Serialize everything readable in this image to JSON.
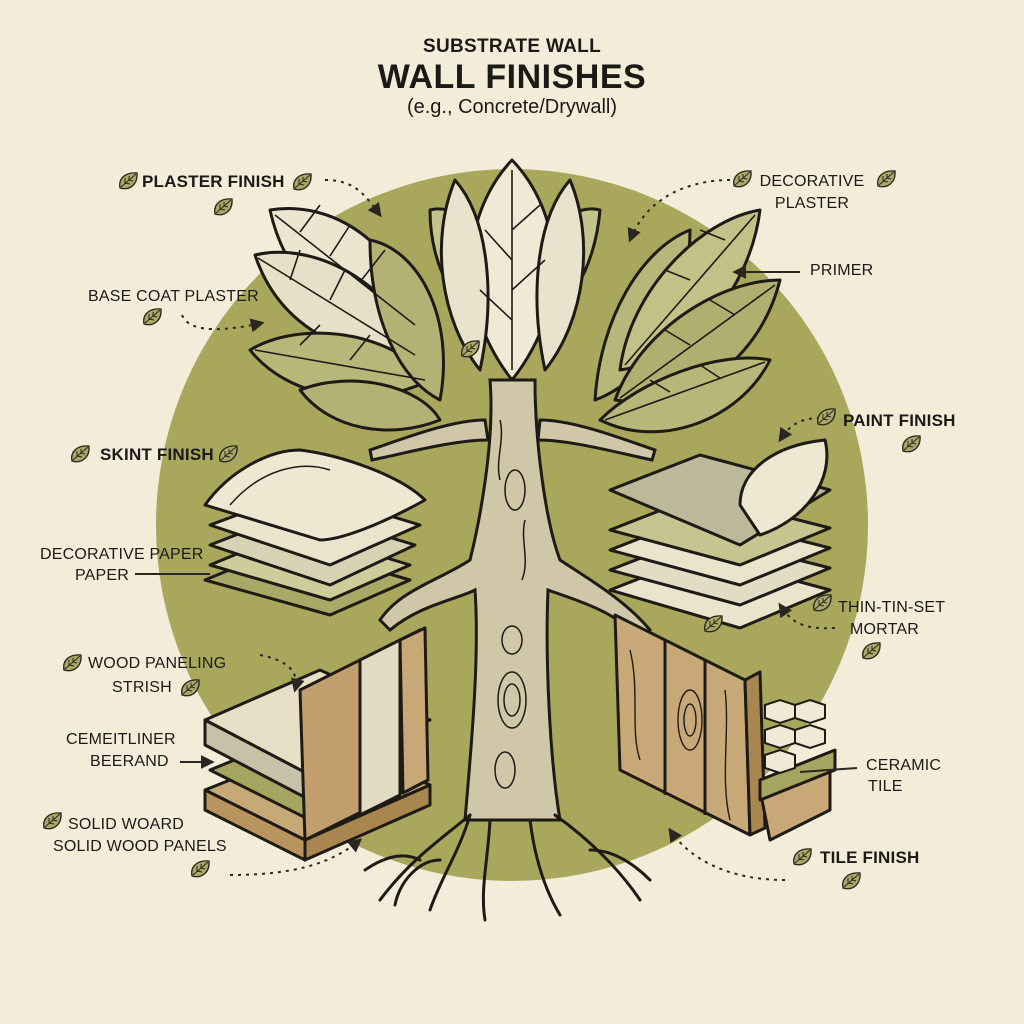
{
  "header": {
    "subtitle": "SUBSTRATE WALL",
    "title": "WALL FINISHES",
    "example": "(e.g., Concrete/Drywall)"
  },
  "colors": {
    "background": "#f3ecd9",
    "circle": "#a8a75c",
    "leaf_light": "#eee7d2",
    "leaf_green": "#b7b678",
    "wood": "#c9a877",
    "text": "#1c1a17"
  },
  "labels": {
    "plaster_finish": "PLASTER FINISH",
    "base_coat_plaster": "BASE COAT PLASTER",
    "decorative_plaster_1": "DECORATIVE",
    "decorative_plaster_2": "PLASTER",
    "primer": "PRIMER",
    "skint_finish": "SKINT FINISH",
    "decorative_paper_1": "DECORATIVE PAPER",
    "decorative_paper_2": "PAPER",
    "paint_finish": "PAINT FINISH",
    "thin_set_1": "THIN-TIN-SET",
    "thin_set_2": "MORTAR",
    "wood_paneling_1": "WOOD PANELING",
    "wood_paneling_2": "STRISH",
    "cement_liner_1": "CEMEITLINER",
    "cement_liner_2": "BEERAND",
    "solid_wood_1": "SOLID WOARD",
    "solid_wood_2": "SOLID WOOD PANELS",
    "ceramic_tile_1": "CERAMIC",
    "ceramic_tile_2": "TILE",
    "tile_finish": "TILE FINISH"
  },
  "icons": {
    "decorative": "leaf-icon"
  }
}
